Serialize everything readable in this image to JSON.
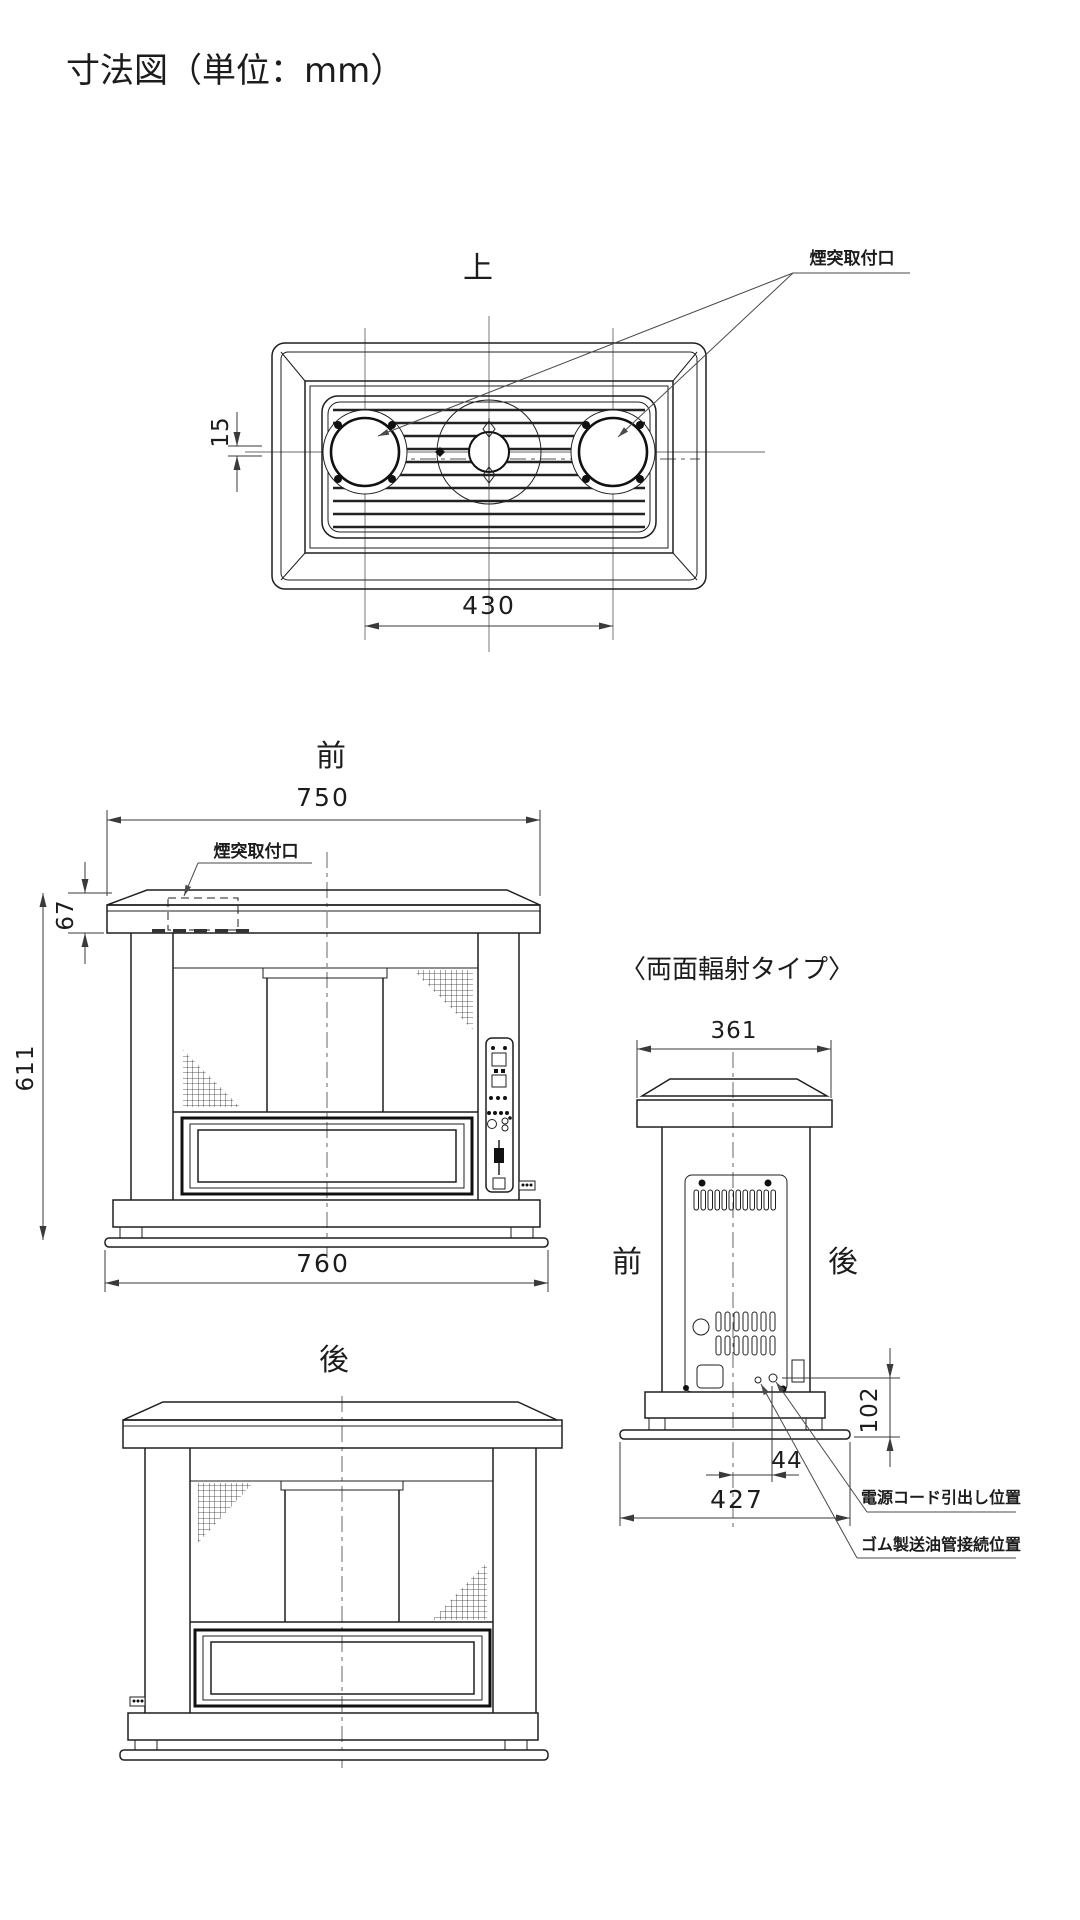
{
  "title": "寸法図（単位：mm）",
  "top_view": {
    "label": "上",
    "callout_chimney": "煙突取付口",
    "dim_offset": "15",
    "dim_port_spacing": "430"
  },
  "front_view": {
    "label": "前",
    "callout_chimney": "煙突取付口",
    "dim_top_width": "750",
    "dim_top_thickness": "67",
    "dim_body_height": "611",
    "dim_base_width": "760"
  },
  "side_view": {
    "heading": "〈両面輻射タイプ〉",
    "label_front": "前",
    "label_rear": "後",
    "dim_top_width": "361",
    "dim_bottom_height": "102",
    "dim_cord_offset": "44",
    "dim_base_depth": "427",
    "callout_power_cord": "電源コード引出し位置",
    "callout_oil_pipe": "ゴム製送油管接続位置"
  },
  "back_view": {
    "label": "後"
  },
  "colors": {
    "line": "#1f1f1f",
    "dim": "#3a3a3a",
    "background": "#ffffff"
  }
}
